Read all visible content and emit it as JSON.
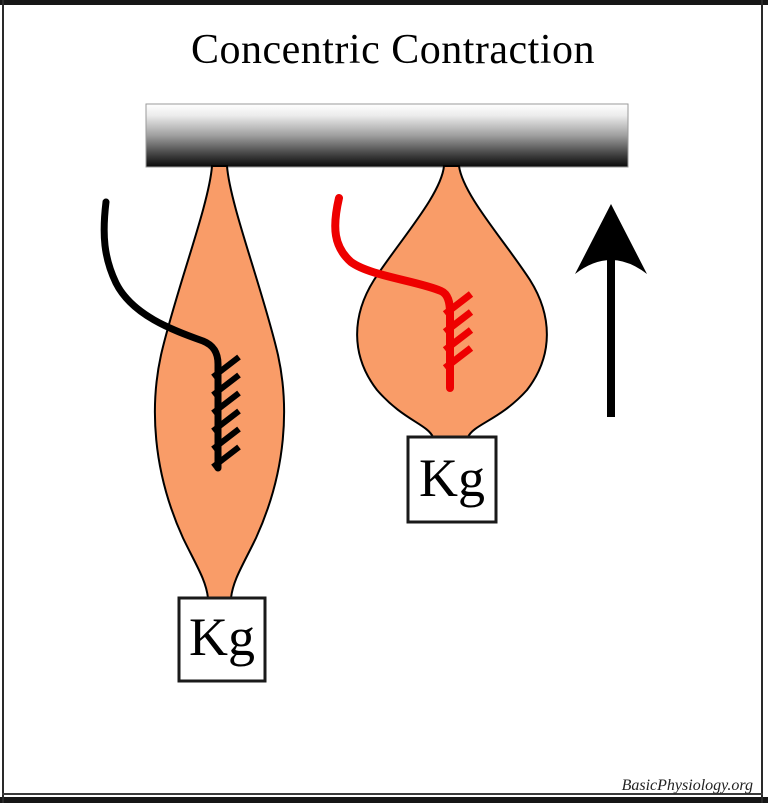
{
  "title": "Concentric Contraction",
  "credit": "BasicPhysiology.org",
  "weights": {
    "left": {
      "label": "Kg"
    },
    "right": {
      "label": "Kg"
    }
  },
  "colors": {
    "muscle_fill": "#F99C68",
    "muscle_outline": "#000000",
    "left_nerve": "#000000",
    "right_nerve": "#EE0000",
    "arrow": "#000000",
    "bar_top": "#ffffff",
    "bar_bottom": "#0a0a0a"
  },
  "icons": {
    "ceiling_bar": "gradient-support-bar",
    "up_arrow": "upward-motion-arrow",
    "nerve_endings": "hatch-marks"
  }
}
